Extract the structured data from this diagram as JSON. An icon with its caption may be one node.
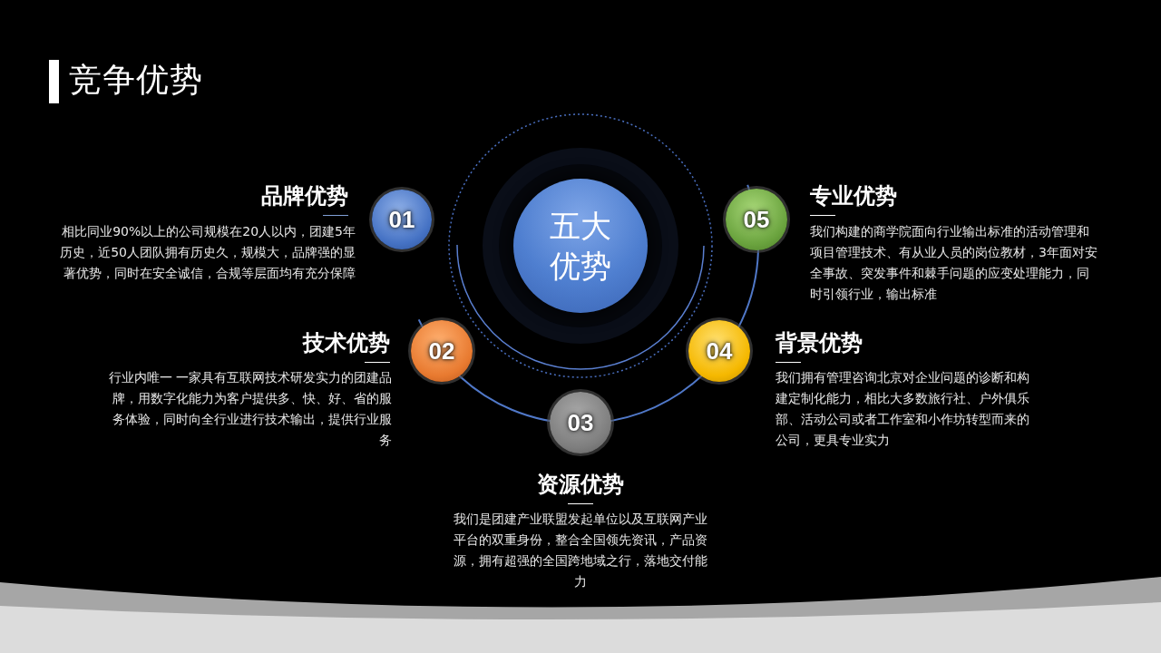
{
  "diagram": {
    "title": "竞争优势",
    "nodes": [
      {
        "text": [
          "五大优势"
        ]
      },
      {
        "text": [
          "01"
        ],
        "beside": [
          "品牌优势",
          "相比同业90%以上的公司规模在20人以内，团建5年历史，近50人团队拥有历史久，规模大，品牌强的显著优势，同时在安全诚信，合规等层面均有充分保障"
        ]
      },
      {
        "text": [
          "02"
        ],
        "beside": [
          "技术优势",
          "行业内唯一 一家具有互联网技术研发实力的团建品牌，用数字化能力为客户提供多、快、好、省的服务体验，同时向全行业进行技术输出，提供行业服务"
        ]
      },
      {
        "text": [
          "03"
        ],
        "beside": [
          "资源优势",
          "我们是团建产业联盟发起单位以及互联网产业平台的双重身份，整合全国领先资讯，产品资源，拥有超强的全国跨地域之行，落地交付能力"
        ]
      },
      {
        "text": [
          "04"
        ],
        "beside": [
          "背景优势",
          "我们拥有管理咨询北京对企业问题的诊断和构建定制化能力，相比大多数旅行社、户外俱乐部、活动公司或者工作室和小作坊转型而来的公司，更具专业实力"
        ]
      },
      {
        "text": [
          "05"
        ],
        "beside": [
          "专业优势",
          "我们构建的商学院面向行业输出标准的活动管理和项目管理技术、有从业人员的岗位教材，3年面对安全事故、突发事件和棘手问题的应变处理能力，同时引领行业，输出标准"
        ]
      }
    ]
  }
}
